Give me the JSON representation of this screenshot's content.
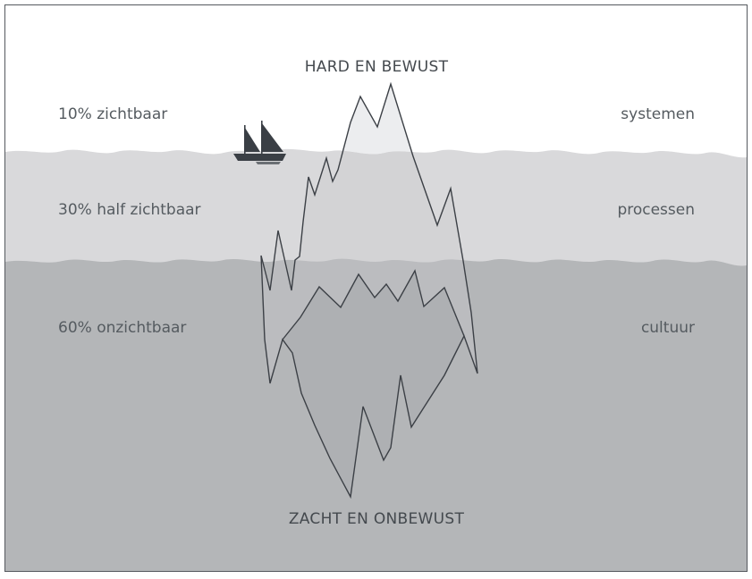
{
  "diagram": {
    "title_top": "HARD EN BEWUST",
    "title_bottom": "ZACHT EN ONBEWUST",
    "layers": [
      {
        "left": "10% zichtbaar",
        "right": "systemen"
      },
      {
        "left": "30% half zichtbaar",
        "right": "processen"
      },
      {
        "left": "60% onzichtbaar",
        "right": "cultuur"
      }
    ],
    "icons": [
      "sailboat-icon",
      "iceberg-icon"
    ],
    "colors": {
      "sky": "#ffffff",
      "shallow_water": "#d9d9db",
      "deep_water": "#b4b6b8",
      "iceberg_tip": "#ecedef",
      "iceberg_outline": "#3c4046",
      "boat": "#3a3f45",
      "text": "#555b60"
    }
  }
}
